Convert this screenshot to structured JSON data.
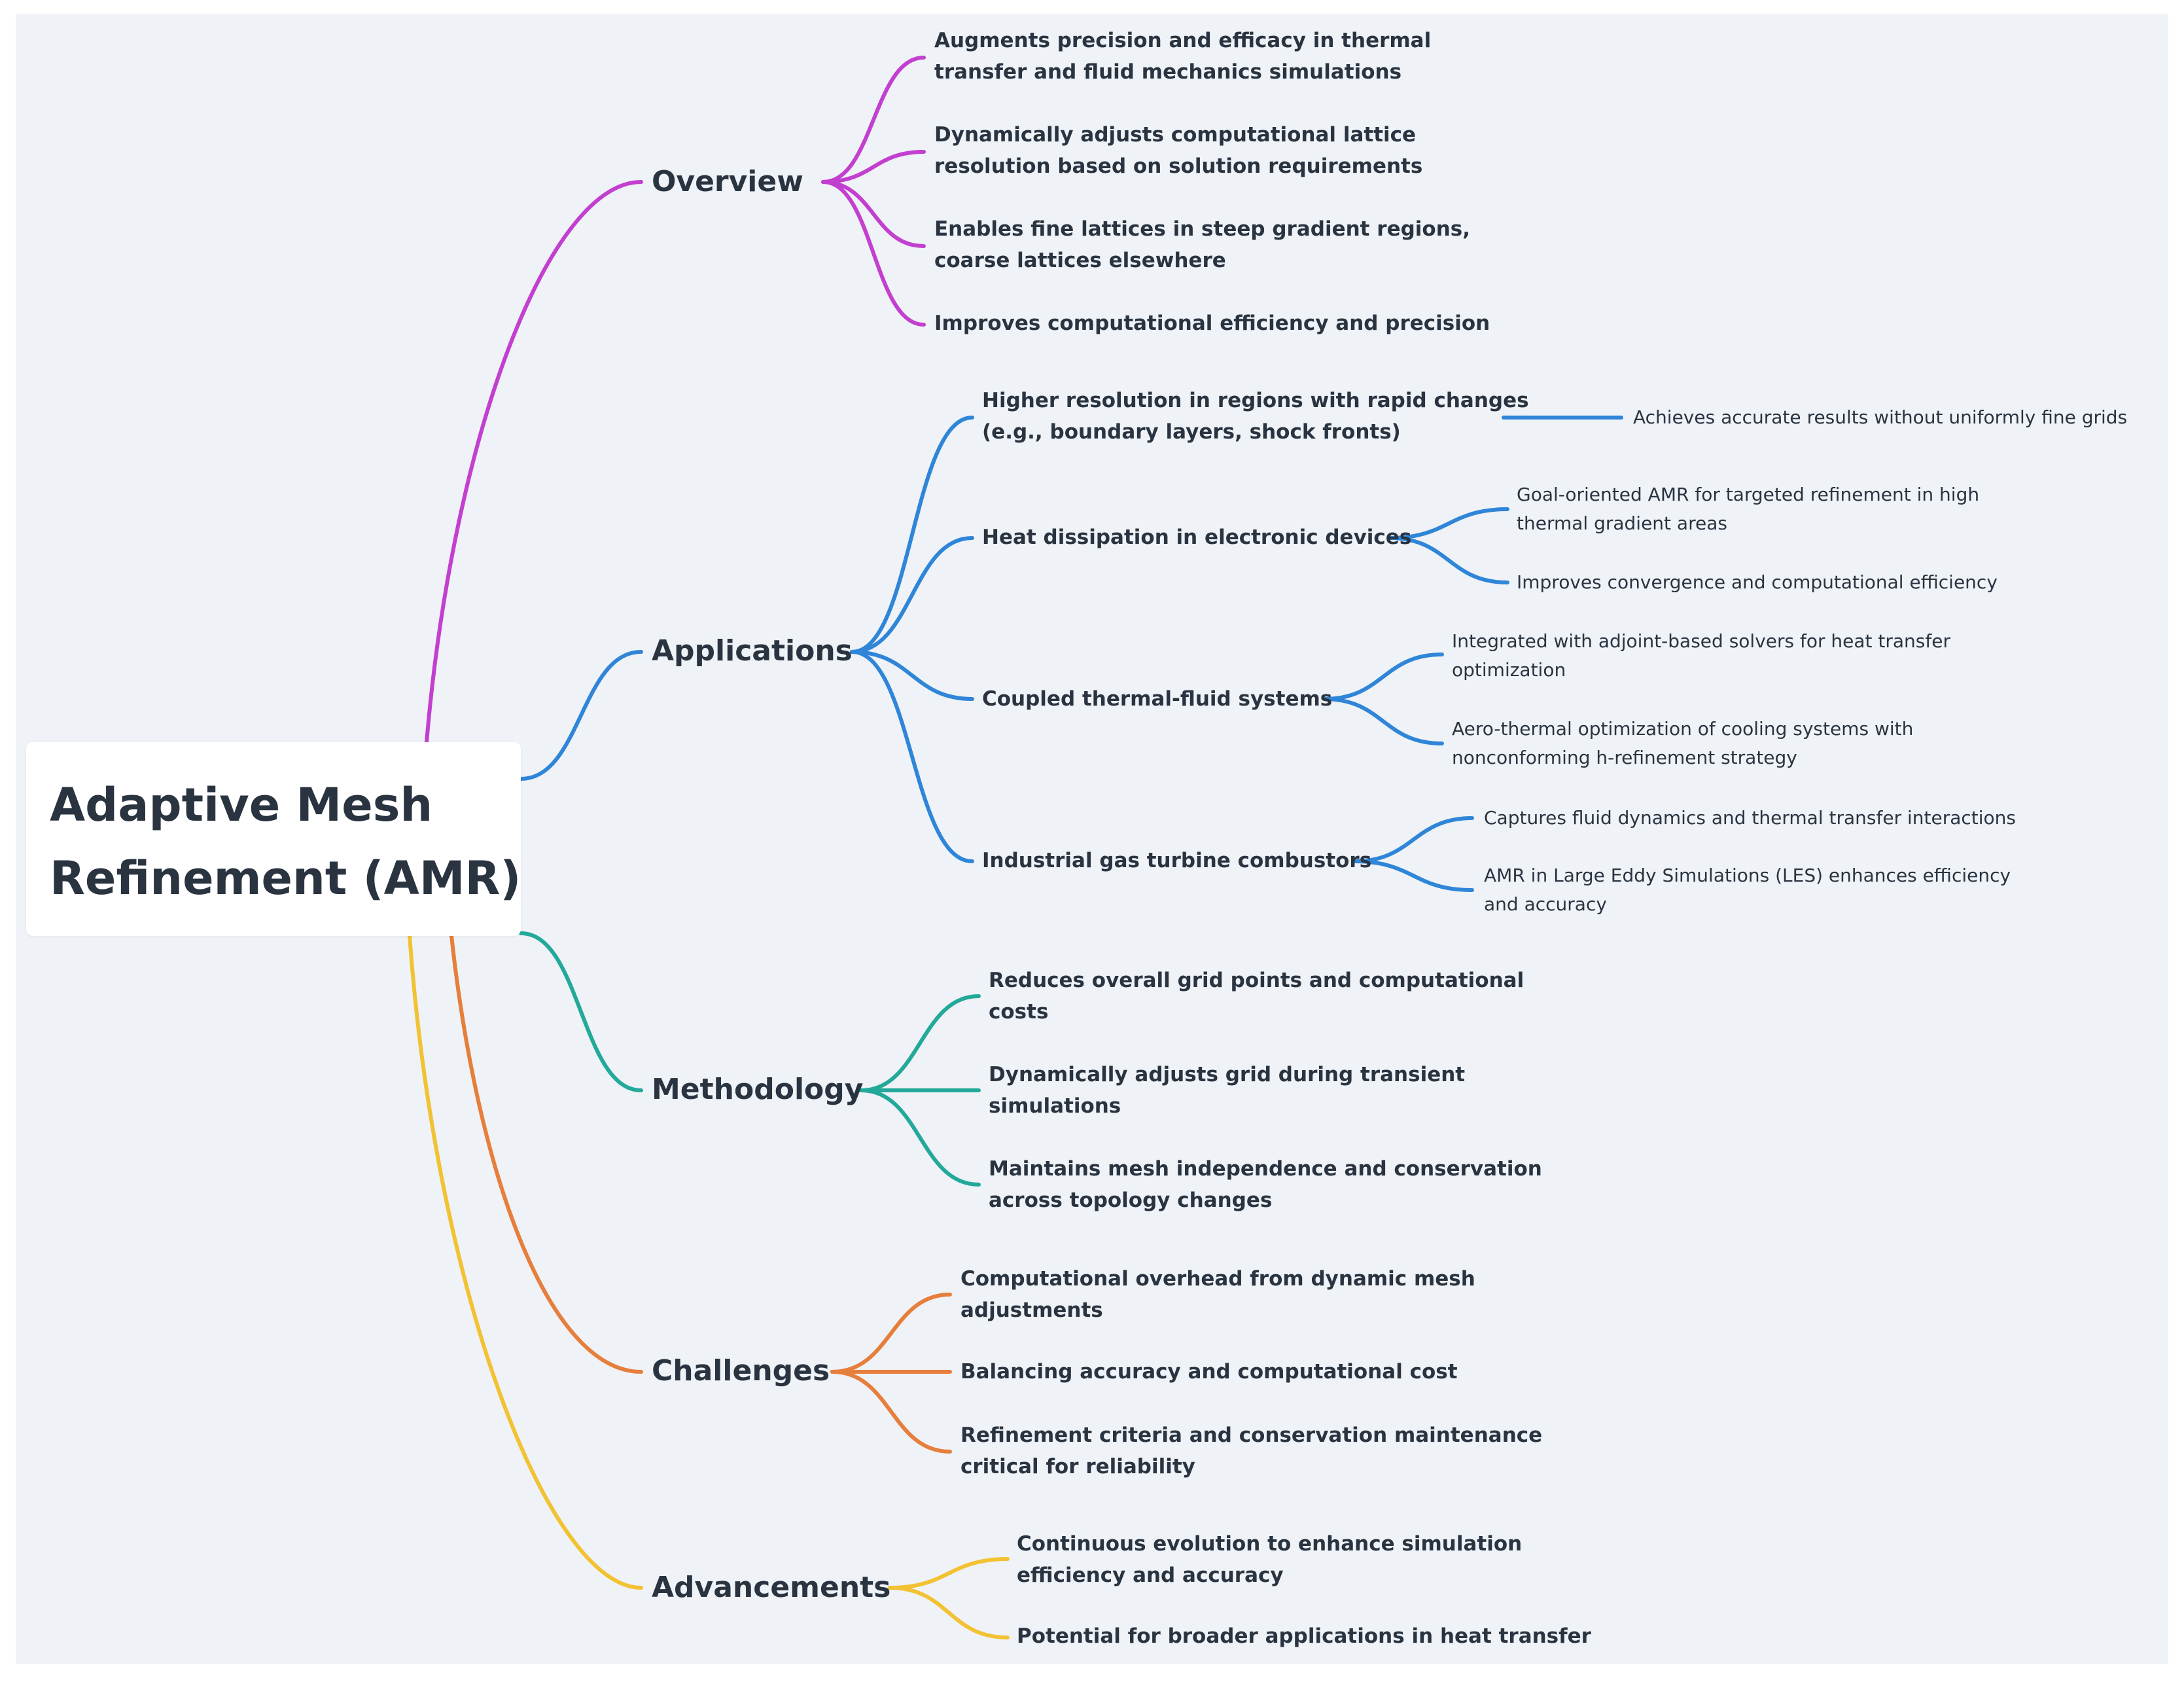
{
  "root": {
    "title_lines": [
      "Adaptive Mesh",
      "Refinement (AMR)"
    ]
  },
  "colors": {
    "overview": "#c23fd0",
    "applications": "#2f85d8",
    "methodology": "#23a99a",
    "challenges": "#e67e3c",
    "advancements": "#f2c233"
  },
  "branches": {
    "overview": {
      "label": "Overview",
      "items": [
        [
          "Augments precision and efficacy in thermal",
          "transfer and fluid mechanics simulations"
        ],
        [
          "Dynamically adjusts computational lattice",
          "resolution based on solution requirements"
        ],
        [
          "Enables fine lattices in steep gradient regions,",
          "coarse lattices elsewhere"
        ],
        [
          "Improves computational efficiency and precision"
        ]
      ]
    },
    "applications": {
      "label": "Applications",
      "items": [
        {
          "lines": [
            "Higher resolution in regions with rapid changes",
            "(e.g., boundary layers, shock fronts)"
          ],
          "children": [
            [
              "Achieves accurate results without uniformly fine grids"
            ]
          ]
        },
        {
          "lines": [
            "Heat dissipation in electronic devices"
          ],
          "children": [
            [
              "Goal-oriented AMR for targeted refinement in high",
              "thermal gradient areas"
            ],
            [
              "Improves convergence and computational efficiency"
            ]
          ]
        },
        {
          "lines": [
            "Coupled thermal-fluid systems"
          ],
          "children": [
            [
              "Integrated with adjoint-based solvers for heat transfer",
              "optimization"
            ],
            [
              "Aero-thermal optimization of cooling systems with",
              "nonconforming h-refinement strategy"
            ]
          ]
        },
        {
          "lines": [
            "Industrial gas turbine combustors"
          ],
          "children": [
            [
              "Captures fluid dynamics and thermal transfer interactions"
            ],
            [
              "AMR in Large Eddy Simulations (LES) enhances efficiency",
              "and accuracy"
            ]
          ]
        }
      ]
    },
    "methodology": {
      "label": "Methodology",
      "items": [
        [
          "Reduces overall grid points and computational",
          "costs"
        ],
        [
          "Dynamically adjusts grid during transient",
          "simulations"
        ],
        [
          "Maintains mesh independence and conservation",
          "across topology changes"
        ]
      ]
    },
    "challenges": {
      "label": "Challenges",
      "items": [
        [
          "Computational overhead from dynamic mesh",
          "adjustments"
        ],
        [
          "Balancing accuracy and computational cost"
        ],
        [
          "Refinement criteria and conservation maintenance",
          "critical for reliability"
        ]
      ]
    },
    "advancements": {
      "label": "Advancements",
      "items": [
        [
          "Continuous evolution to enhance simulation",
          "efficiency and accuracy"
        ],
        [
          "Potential for broader applications in heat transfer"
        ]
      ]
    }
  }
}
